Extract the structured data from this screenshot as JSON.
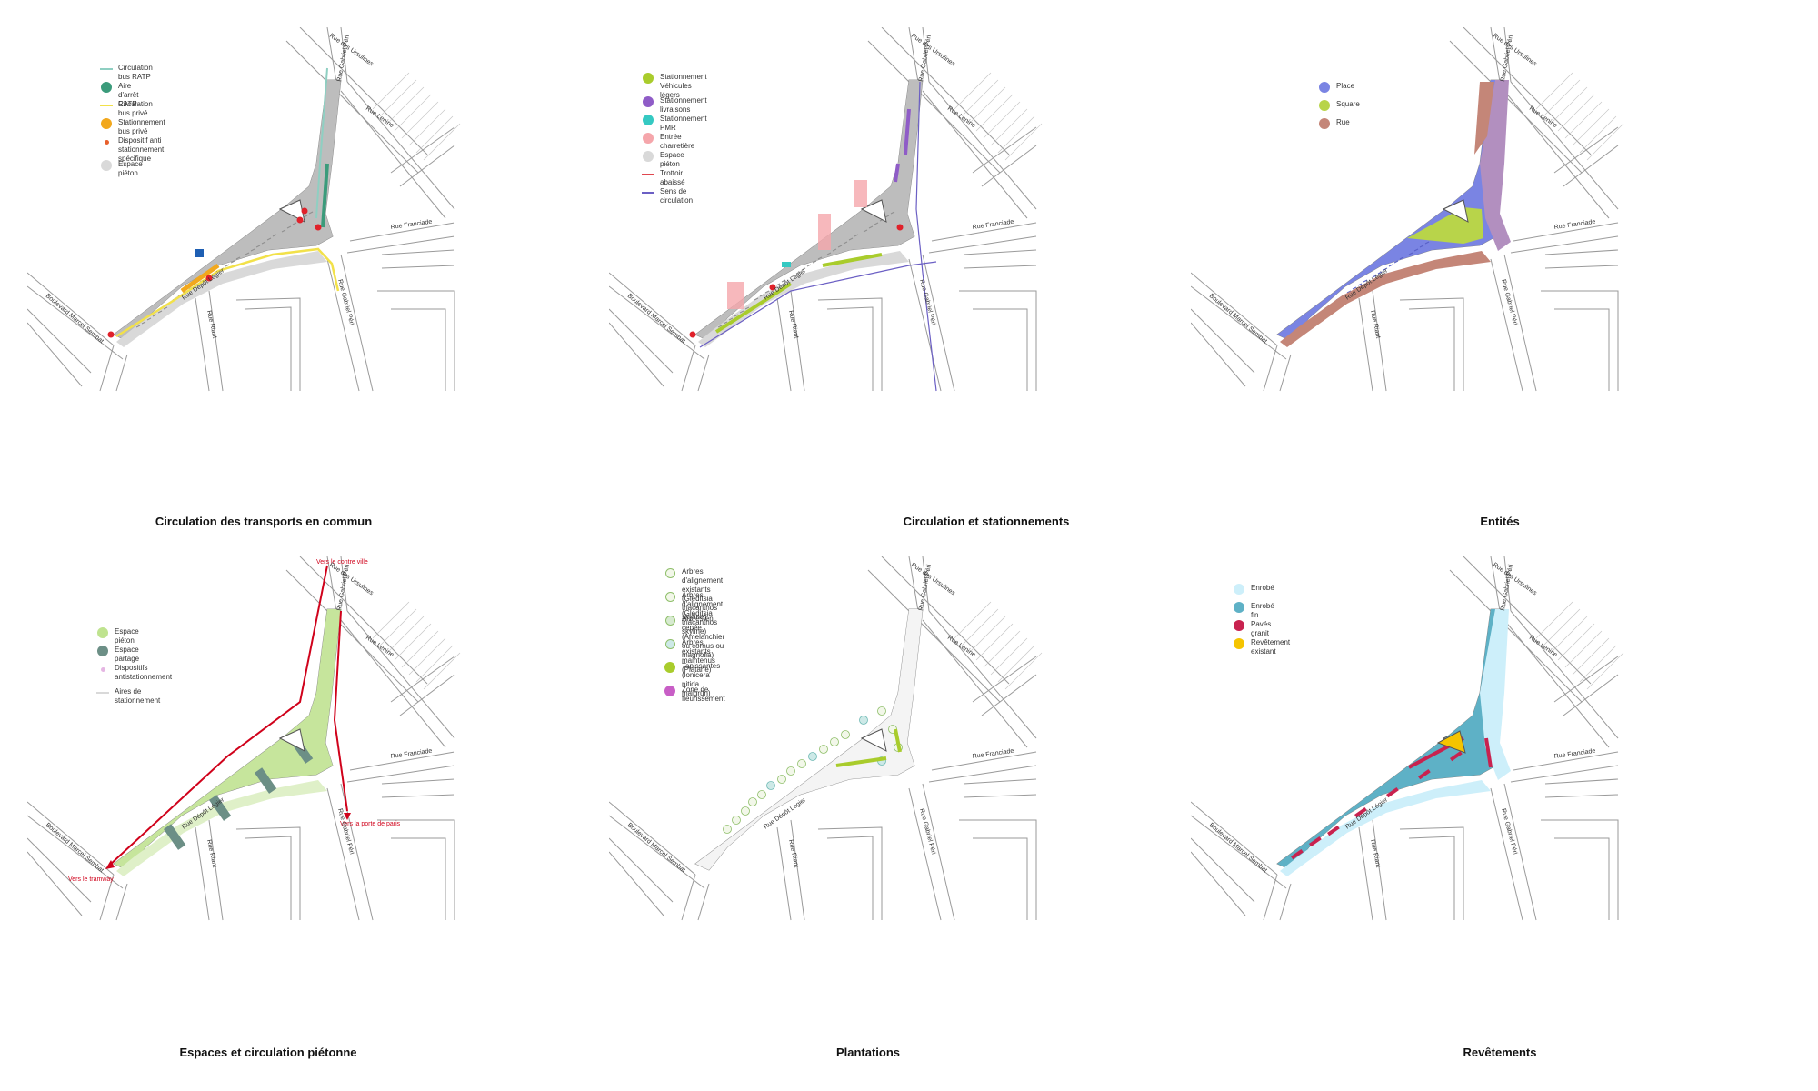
{
  "panels": [
    {
      "title": "Circulation des transports en commun",
      "legend": [
        {
          "kind": "line",
          "color": "#8fcfc2",
          "label": "Circulation bus RATP"
        },
        {
          "kind": "dot",
          "color": "#3b9b7b",
          "label": "Aire d'arrêt RATP"
        },
        {
          "kind": "line",
          "color": "#f2e14a",
          "label": "Circulation bus privé"
        },
        {
          "kind": "dot",
          "color": "#f2a81d",
          "label": "Stationnement bus privé"
        },
        {
          "kind": "sdot",
          "color": "#e8602c",
          "label": "Dispositif anti stationnement spécifique"
        },
        {
          "kind": "dot",
          "color": "#d9d9d9",
          "label": "Espace piéton"
        }
      ]
    },
    {
      "title": "Circulation et stationnements",
      "legend": [
        {
          "kind": "dot",
          "color": "#a9cc2c",
          "label": "Stationnement Véhicules légers"
        },
        {
          "kind": "dot",
          "color": "#8f5cc7",
          "label": "Stationnement livraisons"
        },
        {
          "kind": "dot",
          "color": "#35c9c2",
          "label": "Stationnement PMR"
        },
        {
          "kind": "dot",
          "color": "#f5a6ab",
          "label": "Entrée charretière"
        },
        {
          "kind": "dot",
          "color": "#d9d9d9",
          "label": "Espace piéton"
        },
        {
          "kind": "line",
          "color": "#e0474f",
          "label": "Trottoir abaissé"
        },
        {
          "kind": "line",
          "color": "#6b5fc4",
          "label": "Sens de circulation"
        }
      ]
    },
    {
      "title": "Entités",
      "legend": [
        {
          "kind": "dot",
          "color": "#7a84e3",
          "label": "Place"
        },
        {
          "kind": "dot",
          "color": "#b8d44a",
          "label": "Square"
        },
        {
          "kind": "dot",
          "color": "#c48678",
          "label": "Rue"
        }
      ]
    },
    {
      "title": "Espaces et circulation piétonne",
      "legend": [
        {
          "kind": "dot",
          "color": "#bfe38f",
          "label": "Espace piéton"
        },
        {
          "kind": "dot",
          "color": "#6c8f86",
          "label": "Espace partagé"
        },
        {
          "kind": "sdot",
          "color": "#e5b6e3",
          "label": "Dispositifs antistationnement"
        },
        {
          "kind": "line",
          "color": "#d9d9d9",
          "label": "Aires de stationnement"
        }
      ],
      "annotations": {
        "top": "Vers le contre ville",
        "right": "Vers la porte de paris",
        "bottom": "Vers le tramway"
      }
    },
    {
      "title": "Plantations",
      "legend": [
        {
          "kind": "tree",
          "color": "#f2f7e9",
          "label": "Arbres d'alignement existants (Gleditsia triacanthos skyline)"
        },
        {
          "kind": "tree",
          "color": "#f2f7e9",
          "label": "Arbres d'alignement (Gleditsia triacanthos skyline)"
        },
        {
          "kind": "tree",
          "color": "#d7ead0",
          "label": "Arbres en cepée (Amelanchier ou cornus ou magnolia)"
        },
        {
          "kind": "tree",
          "color": "#cde9e7",
          "label": "Arbres existants maintenus (Platane)"
        },
        {
          "kind": "dot",
          "color": "#a9cc2c",
          "label": "Tapissantes (lonicera nitida maigrün)"
        },
        {
          "kind": "dot",
          "color": "#c85ec6",
          "label": "Zone de fleurissement"
        }
      ]
    },
    {
      "title": "Revêtements",
      "legend": [
        {
          "kind": "dot",
          "color": "#cdeffa",
          "label": "Enrobé"
        },
        {
          "kind": "dot",
          "color": "#5eb1c6",
          "label": "Enrobé fin"
        },
        {
          "kind": "dot",
          "color": "#c8224f",
          "label": "Pavés granit"
        },
        {
          "kind": "dot",
          "color": "#f5c400",
          "label": "Revêtement existant"
        }
      ]
    }
  ],
  "streets": {
    "ursulines": "Rue des Ursulines",
    "peri_top": "Rue Gabriel Péri",
    "lenine": "Rue Lenine",
    "franciade": "Rue Franciade",
    "peri_bottom": "Rue Gabriel Péri",
    "legier": "Rue Dépôt Légier",
    "riant": "Rue Riant",
    "sembat": "Boulevard Marcel Sembat"
  },
  "colors": {
    "pedestrian_gray": "#b9b9b9",
    "place_blue": "#7a84e3",
    "square_green": "#b8d44a",
    "street_brown": "#c48678",
    "walk_green": "#c6e59c",
    "shared_teal": "#6c8f86",
    "asphalt_light": "#cdeffa",
    "asphalt_fine": "#5eb1c6",
    "granite": "#c8224f",
    "existing": "#f5c400",
    "route_red": "#d0021b"
  }
}
